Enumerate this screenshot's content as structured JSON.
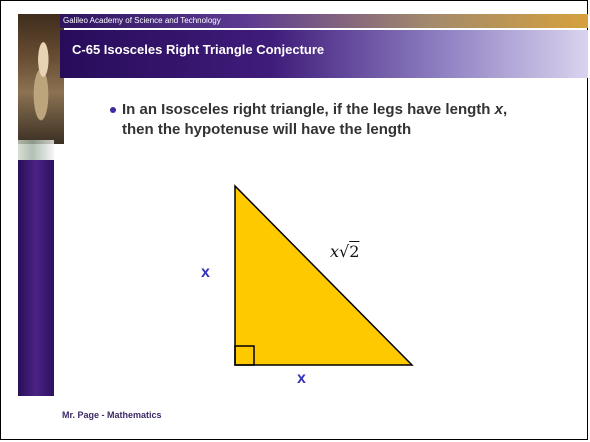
{
  "header": {
    "academy": "Galileo Academy of Science and Technology",
    "title": "C-65 Isosceles Right Triangle Conjecture"
  },
  "bullet": {
    "part1": "In an Isosceles right triangle, if the legs have length ",
    "var": "x",
    "part2": ", then the hypotenuse will have the length"
  },
  "triangle": {
    "left_leg_label": "x",
    "bottom_leg_label": "x",
    "hypotenuse_var": "x",
    "hypotenuse_radicand": "2",
    "fill_color": "#ffc900"
  },
  "footer": {
    "text": "Mr. Page - Mathematics"
  }
}
